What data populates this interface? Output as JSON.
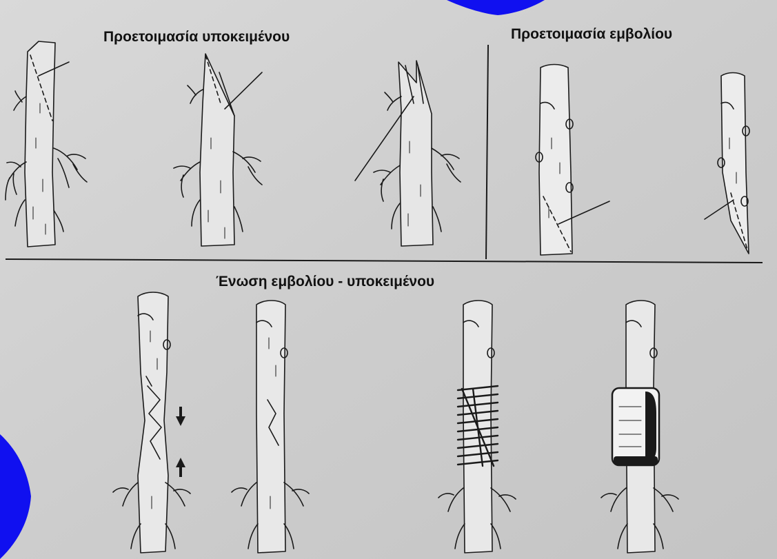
{
  "titles": {
    "rootstock_prep": "Προετοιμασία υποκειμένου",
    "scion_prep": "Προετοιμασία εμβολίου",
    "union": "Ένωση εμβολίου - υποκειμένου"
  },
  "colors": {
    "paper": "#cfcfcf",
    "ink": "#1a1a1a",
    "accent": "#1010f0"
  }
}
